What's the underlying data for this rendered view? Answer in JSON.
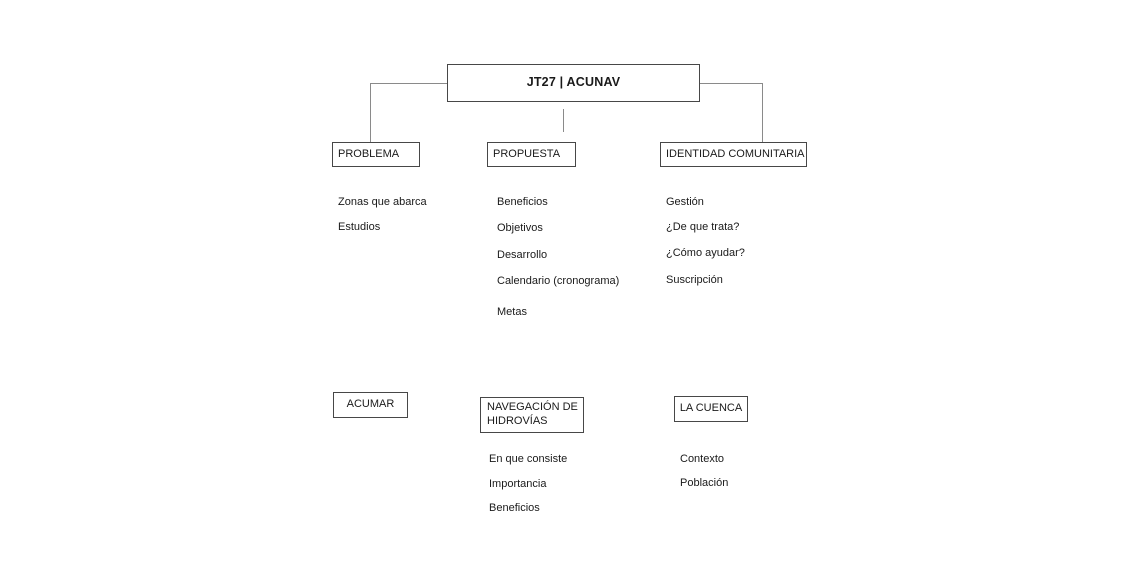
{
  "root": {
    "label": "JT27 | ACUNAV"
  },
  "top_branches": [
    {
      "label": "PROBLEMA",
      "items": [
        "Zonas que abarca",
        "Estudios"
      ]
    },
    {
      "label": "PROPUESTA",
      "items": [
        "Beneficios",
        "Objetivos",
        "Desarrollo",
        "Calendario (cronograma)",
        "Metas"
      ]
    },
    {
      "label": "IDENTIDAD COMUNITARIA",
      "items": [
        "Gestión",
        "¿De que trata?",
        "¿Cómo ayudar?",
        "Suscripción"
      ]
    }
  ],
  "bottom_branches": [
    {
      "label": "ACUMAR",
      "items": []
    },
    {
      "label": "NAVEGACIÓN DE HIDROVÍAS",
      "items": [
        "En que consiste",
        "Importancia",
        "Beneficios"
      ]
    },
    {
      "label": "LA CUENCA",
      "items": [
        "Contexto",
        "Población"
      ]
    }
  ],
  "colors": {
    "background": "#ffffff",
    "border": "#474747",
    "text": "#1a1a1a",
    "connector": "#8a8a8a"
  }
}
